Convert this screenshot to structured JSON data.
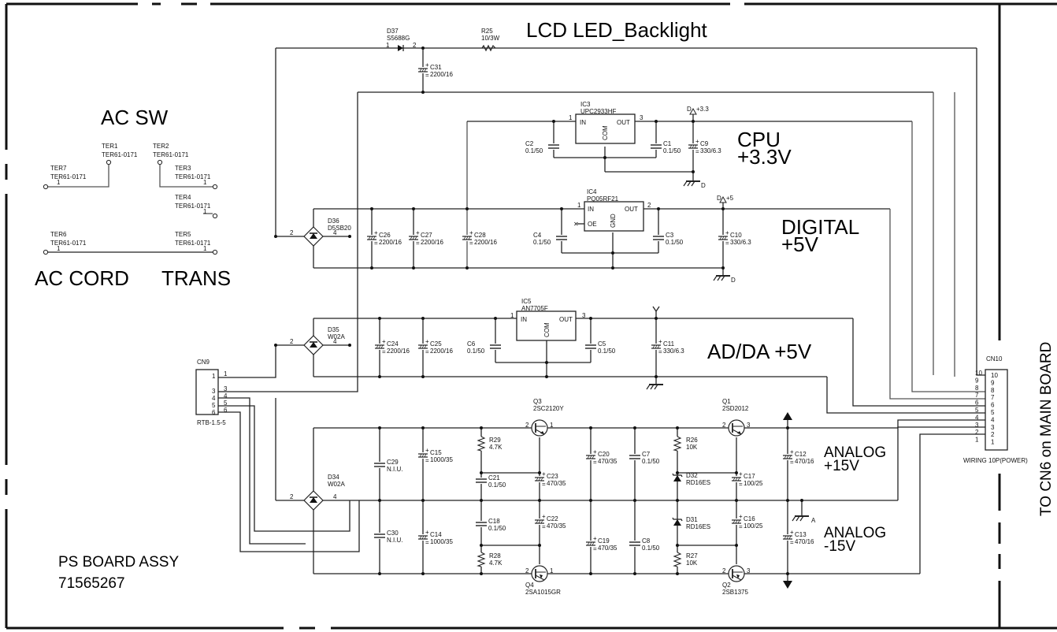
{
  "titles": {
    "backlight": "LCD LED_Backlight",
    "cpu_line1": "CPU",
    "cpu_line2": "+3.3V",
    "digital_line1": "DIGITAL",
    "digital_line2": "+5V",
    "adda": "AD/DA +5V",
    "analog_pos_line1": "ANALOG",
    "analog_pos_line2": "+15V",
    "analog_neg_line1": "ANALOG",
    "analog_neg_line2": "-15V",
    "ac_sw": "AC SW",
    "ac_cord": "AC CORD",
    "trans": "TRANS",
    "board_name": "PS BOARD ASSY",
    "board_number": "71565267",
    "to_main": "TO CN6 on MAIN BOARD"
  },
  "terminals": [
    {
      "ref": "TER1",
      "part": "TER61-0171"
    },
    {
      "ref": "TER2",
      "part": "TER61-0171"
    },
    {
      "ref": "TER3",
      "part": "TER61-0171"
    },
    {
      "ref": "TER4",
      "part": "TER61-0171"
    },
    {
      "ref": "TER5",
      "part": "TER61-0171"
    },
    {
      "ref": "TER6",
      "part": "TER61-0171"
    },
    {
      "ref": "TER7",
      "part": "TER61-0171"
    }
  ],
  "connectors": {
    "cn9": {
      "ref": "CN9",
      "part": "RTB-1.5-5",
      "pins": [
        "1",
        "3",
        "4",
        "5",
        "6"
      ]
    },
    "cn10": {
      "ref": "CN10",
      "part": "WIRING 10P(POWER)",
      "pins": [
        "10",
        "9",
        "8",
        "7",
        "6",
        "5",
        "4",
        "3",
        "2",
        "1"
      ]
    }
  },
  "diodes": {
    "d37": {
      "ref": "D37",
      "part": "S5688G"
    },
    "d36": {
      "ref": "D36",
      "part": "D5SB20"
    },
    "d35": {
      "ref": "D35",
      "part": "W02A"
    },
    "d34": {
      "ref": "D34",
      "part": "W02A"
    },
    "d32": {
      "ref": "D32",
      "part": "RD16ES"
    },
    "d31": {
      "ref": "D31",
      "part": "RD16ES"
    }
  },
  "resistors": {
    "r25": {
      "ref": "R25",
      "value": "10/3W"
    },
    "r29": {
      "ref": "R29",
      "value": "4.7K"
    },
    "r28": {
      "ref": "R28",
      "value": "4.7K"
    },
    "r26": {
      "ref": "R26",
      "value": "10K"
    },
    "r27": {
      "ref": "R27",
      "value": "10K"
    }
  },
  "ics": {
    "ic3": {
      "ref": "IC3",
      "part": "UPC2933HF",
      "in": "IN",
      "out": "OUT",
      "com": "COM"
    },
    "ic4": {
      "ref": "IC4",
      "part": "PQ05RF21",
      "in": "IN",
      "out": "OUT",
      "oe": "OE",
      "gnd": "GND"
    },
    "ic5": {
      "ref": "IC5",
      "part": "AN7705F",
      "in": "IN",
      "out": "OUT",
      "com": "COM"
    }
  },
  "transistors": {
    "q3": {
      "ref": "Q3",
      "part": "2SC2120Y"
    },
    "q4": {
      "ref": "Q4",
      "part": "2SA1015GR"
    },
    "q1": {
      "ref": "Q1",
      "part": "2SD2012"
    },
    "q2": {
      "ref": "Q2",
      "part": "2SB1375"
    }
  },
  "capacitors": {
    "c31": {
      "ref": "C31",
      "value": "2200/16"
    },
    "c2": {
      "ref": "C2",
      "value": "0.1/50"
    },
    "c1": {
      "ref": "C1",
      "value": "0.1/50"
    },
    "c9": {
      "ref": "C9",
      "value": "330/6.3"
    },
    "c26": {
      "ref": "C26",
      "value": "2200/16"
    },
    "c27": {
      "ref": "C27",
      "value": "2200/16"
    },
    "c28": {
      "ref": "C28",
      "value": "2200/16"
    },
    "c4": {
      "ref": "C4",
      "value": "0.1/50"
    },
    "c3": {
      "ref": "C3",
      "value": "0.1/50"
    },
    "c10": {
      "ref": "C10",
      "value": "330/6.3"
    },
    "c24": {
      "ref": "C24",
      "value": "2200/16"
    },
    "c25": {
      "ref": "C25",
      "value": "2200/16"
    },
    "c6": {
      "ref": "C6",
      "value": "0.1/50"
    },
    "c5": {
      "ref": "C5",
      "value": "0.1/50"
    },
    "c11": {
      "ref": "C11",
      "value": "330/6.3"
    },
    "c29": {
      "ref": "C29",
      "value": "N.I.U."
    },
    "c30": {
      "ref": "C30",
      "value": "N.I.U."
    },
    "c15": {
      "ref": "C15",
      "value": "1000/35"
    },
    "c14": {
      "ref": "C14",
      "value": "1000/35"
    },
    "c21": {
      "ref": "C21",
      "value": "0.1/50"
    },
    "c18": {
      "ref": "C18",
      "value": "0.1/50"
    },
    "c23": {
      "ref": "C23",
      "value": "470/35"
    },
    "c22": {
      "ref": "C22",
      "value": "470/35"
    },
    "c20": {
      "ref": "C20",
      "value": "470/35"
    },
    "c19": {
      "ref": "C19",
      "value": "470/35"
    },
    "c7": {
      "ref": "C7",
      "value": "0.1/50"
    },
    "c8": {
      "ref": "C8",
      "value": "0.1/50"
    },
    "c17": {
      "ref": "C17",
      "value": "100/25"
    },
    "c16": {
      "ref": "C16",
      "value": "100/25"
    },
    "c12": {
      "ref": "C12",
      "value": "470/16"
    },
    "c13": {
      "ref": "C13",
      "value": "470/16"
    }
  },
  "power_flags": {
    "p33": "+3.3",
    "p5": "+5",
    "gnd_d": "D",
    "gnd_a": "A"
  }
}
